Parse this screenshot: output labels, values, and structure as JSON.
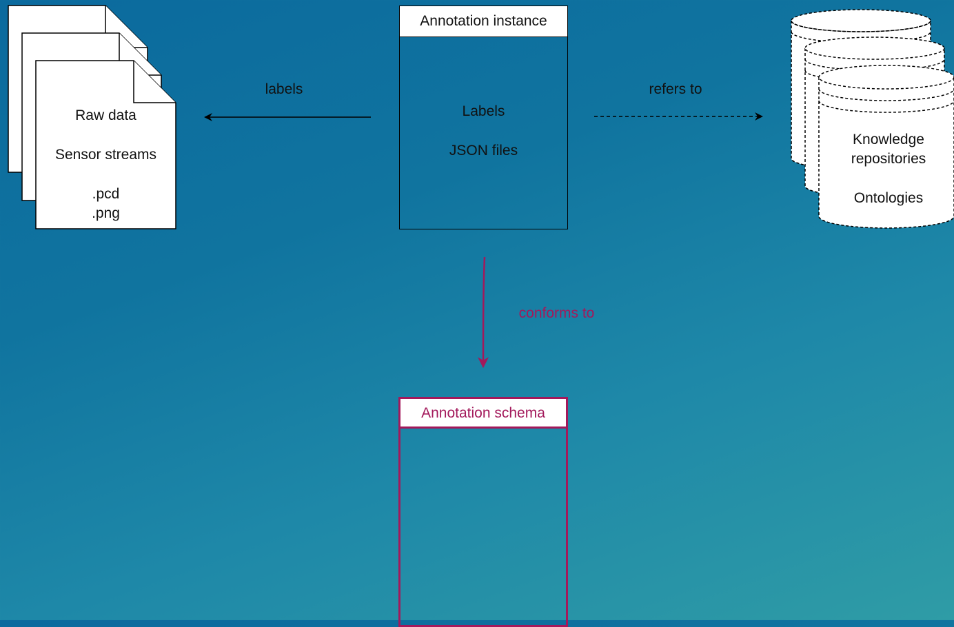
{
  "raw_data": {
    "title": "Raw data",
    "subtitle": "Sensor streams",
    "formats": [
      ".pcd",
      ".png"
    ]
  },
  "annotation_instance": {
    "title": "Annotation instance",
    "line1": "Labels",
    "line2": "JSON files"
  },
  "knowledge": {
    "line1": "Knowledge",
    "line2": "repositories",
    "line3": "Ontologies"
  },
  "annotation_schema": {
    "title": "Annotation schema"
  },
  "edges": {
    "labels": "labels",
    "refers_to": "refers to",
    "conforms_to": "conforms to"
  },
  "colors": {
    "background_start": "#0b6a9e",
    "background_end": "#2f9ca6",
    "schema_accent": "#a3195b",
    "instance_stroke": "#000000",
    "card_fill": "#ffffff"
  },
  "icons": {
    "raw_data": "stacked-documents-icon",
    "knowledge": "stacked-databases-icon"
  }
}
